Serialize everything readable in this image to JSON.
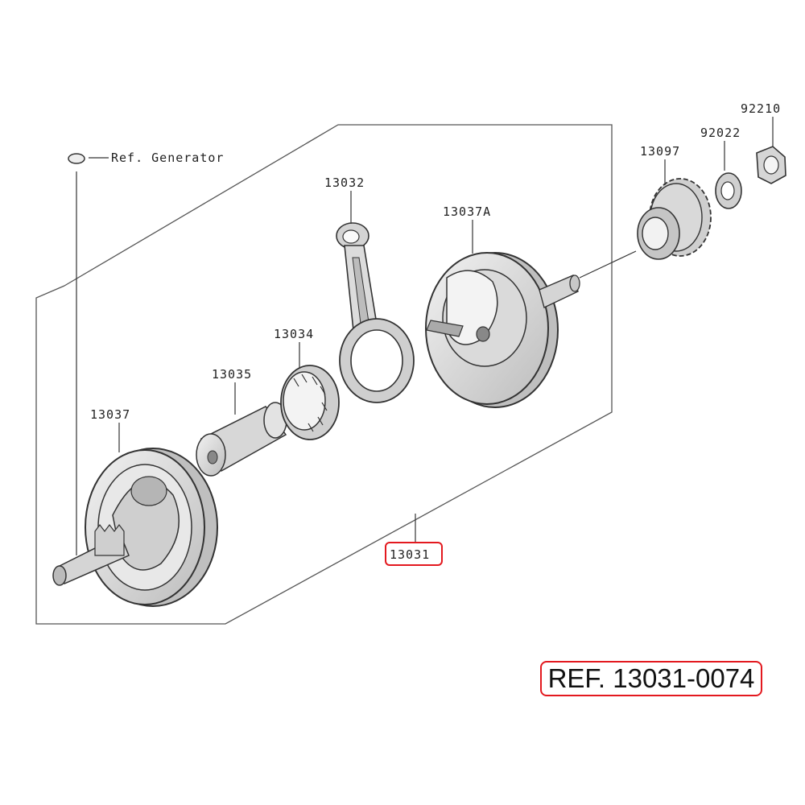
{
  "labels": {
    "ref_generator": "Ref. Generator",
    "p13032": "13032",
    "p13037A": "13037A",
    "p13097": "13097",
    "p92022": "92022",
    "p92210": "92210",
    "p13034": "13034",
    "p13035": "13035",
    "p13037": "13037",
    "p13031": "13031"
  },
  "reference": {
    "text": "REF. 13031-0074"
  },
  "colors": {
    "highlight": "#e3191f",
    "line": "#333333",
    "part_fill": "#d9d9d9"
  }
}
